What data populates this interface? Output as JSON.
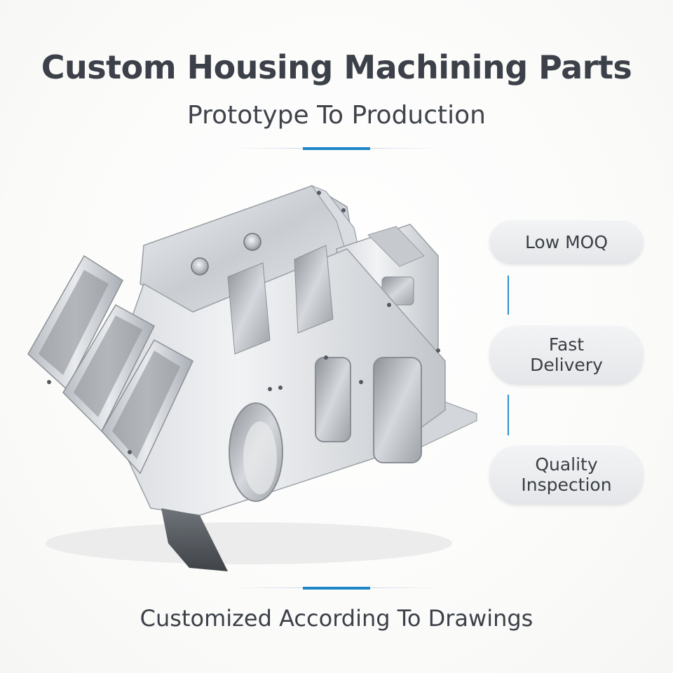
{
  "header": {
    "title": "Custom Housing Machining Parts",
    "subtitle": "Prototype To Production"
  },
  "features": [
    {
      "lines": [
        "Low MOQ"
      ]
    },
    {
      "lines": [
        "Fast",
        "Delivery"
      ]
    },
    {
      "lines": [
        "Quality",
        "Inspection"
      ]
    }
  ],
  "footer": {
    "text": "Customized According To Drawings"
  },
  "colors": {
    "accent": "#1e86c8",
    "text": "#3c4048",
    "pill": "#e8eaec"
  }
}
